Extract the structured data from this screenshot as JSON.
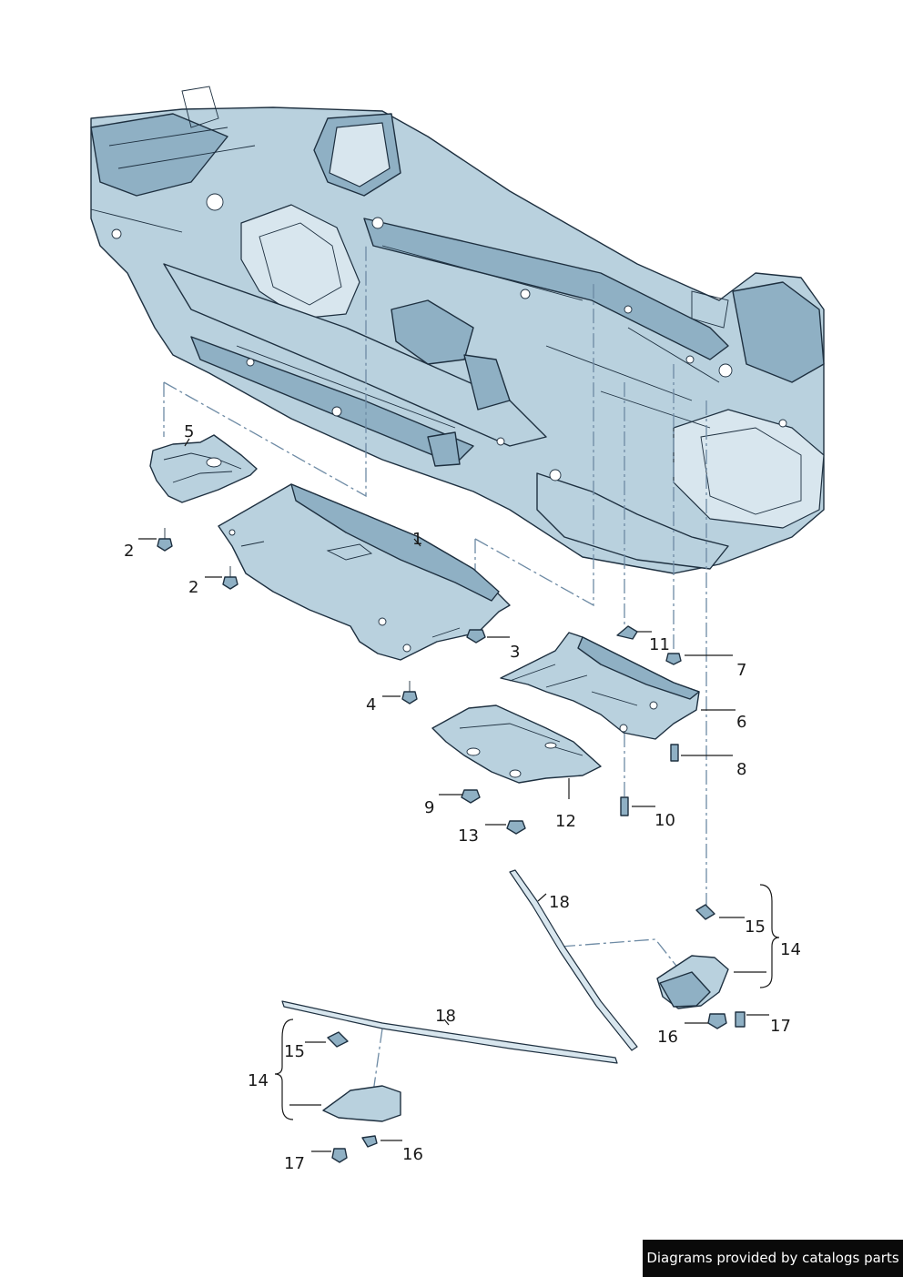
{
  "callouts": {
    "c1": "1",
    "c2a": "2",
    "c2b": "2",
    "c3": "3",
    "c4": "4",
    "c5": "5",
    "c6": "6",
    "c7": "7",
    "c8": "8",
    "c9": "9",
    "c10": "10",
    "c11": "11",
    "c12": "12",
    "c13": "13",
    "c14a": "14",
    "c14b": "14",
    "c15a": "15",
    "c15b": "15",
    "c16a": "16",
    "c16b": "16",
    "c17a": "17",
    "c17b": "17",
    "c18a": "18",
    "c18b": "18"
  },
  "footer": {
    "credit": "Diagrams provided by catalogs parts"
  },
  "colors": {
    "part_fill": "#b9d1de",
    "part_shadow": "#8fb0c4",
    "line": "#1e3040",
    "guide": "#6d8aa4"
  }
}
